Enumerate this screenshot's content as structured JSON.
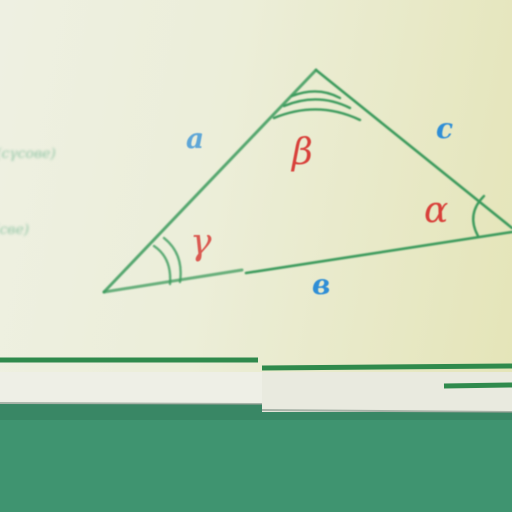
{
  "scene": {
    "sides": {
      "a": "a",
      "b": "в",
      "c": "c"
    },
    "angles": {
      "alpha": "α",
      "beta": "β",
      "gamma": "γ"
    },
    "faint_notes": [
      "(cγcoвe)",
      "(cвe)"
    ],
    "colors": {
      "board_light": "#eef0e2",
      "board_warm": "#e4e4b6",
      "triangle_line": "#3a9a5c",
      "side_label": "#2f8ed6",
      "angle_label": "#d8403a",
      "green_band": "#3f9470"
    }
  }
}
